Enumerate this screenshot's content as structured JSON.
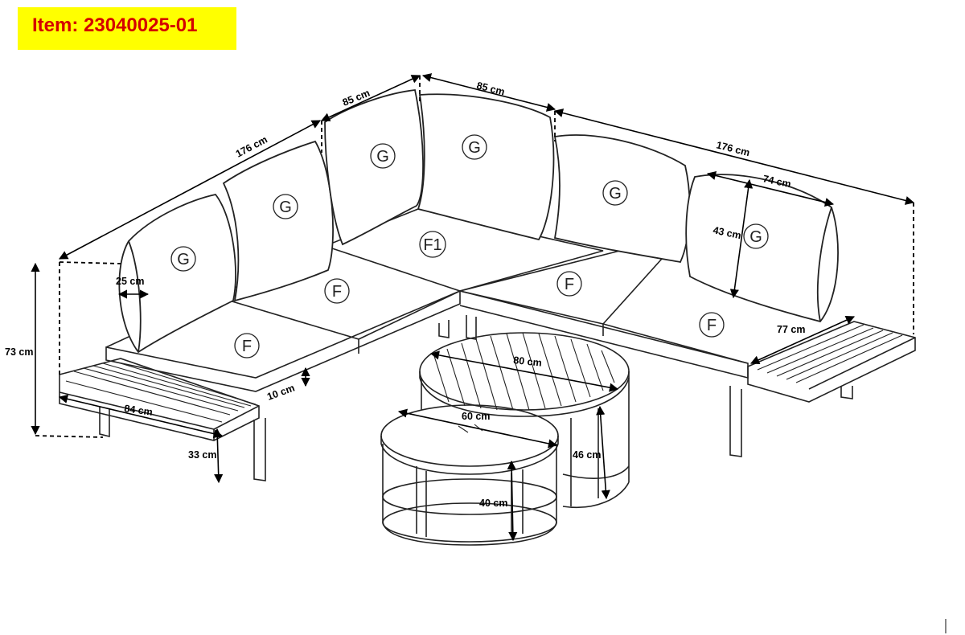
{
  "item_label": "Item: 23040025-01",
  "dimensions": {
    "back_left_length": "176 cm",
    "back_corner_left": "85 cm",
    "back_corner_right": "85 cm",
    "back_right_length": "176 cm",
    "back_cushion_width": "74 cm",
    "back_cushion_height": "43 cm",
    "back_cushion_depth": "25 cm",
    "total_height": "73 cm",
    "seat_depth": "77 cm",
    "side_table_length": "84 cm",
    "seat_thickness": "10 cm",
    "seat_height": "33 cm",
    "large_table_diameter": "80 cm",
    "large_table_height": "46 cm",
    "small_table_diameter": "60 cm",
    "small_table_height": "40 cm"
  },
  "cushion_codes": {
    "back": "G",
    "seat": "F",
    "corner_seat": "F1"
  }
}
